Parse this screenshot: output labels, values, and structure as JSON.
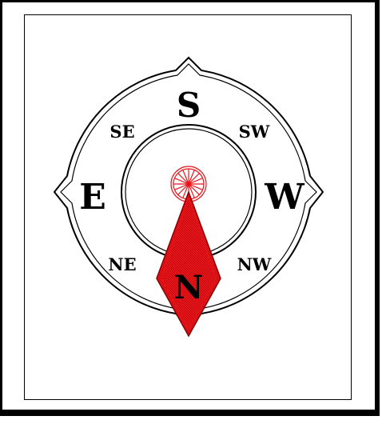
{
  "compass": {
    "directions": {
      "S": "S",
      "SE": "SE",
      "SW": "SW",
      "E": "E",
      "W": "W",
      "NE": "NE",
      "NW": "NW",
      "N": "N"
    },
    "colors": {
      "needle": "#e8141a",
      "ring": "#000000",
      "background": "#ffffff"
    }
  }
}
